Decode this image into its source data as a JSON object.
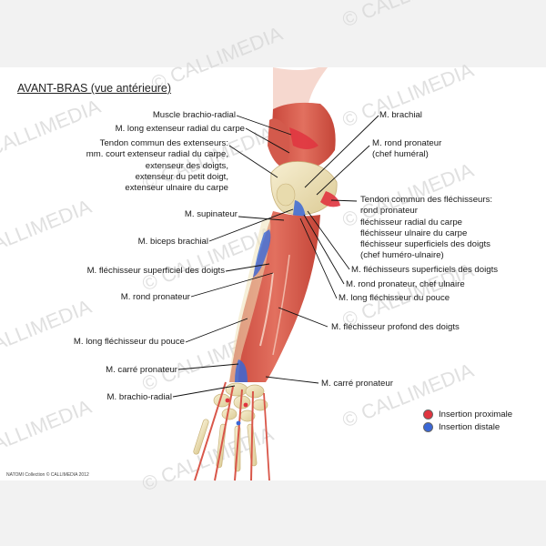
{
  "title": "AVANT-BRAS (vue antérieure)",
  "watermark": "© CALLIMEDIA",
  "credit": "NATOMI Collection © CALLIMEDIA 2012",
  "colors": {
    "proximal": "#e0343f",
    "distal": "#3a67d6",
    "muscle": "#d9574a",
    "bone": "#efe2b8"
  },
  "labels_left": [
    {
      "id": "brachioradial",
      "lines": [
        "Muscle brachio-radial"
      ]
    },
    {
      "id": "long-ext-radial",
      "lines": [
        "M. long extenseur radial du carpe"
      ]
    },
    {
      "id": "tendon-ext",
      "lines": [
        "Tendon commun des extenseurs:",
        "mm. court extenseur radial du carpe,",
        "extenseur des doigts,",
        "extenseur du petit doigt,",
        "extenseur ulnaire du carpe"
      ]
    },
    {
      "id": "supinateur",
      "lines": [
        "M. supinateur"
      ]
    },
    {
      "id": "biceps",
      "lines": [
        "M. biceps brachial"
      ]
    },
    {
      "id": "flech-superficiel",
      "lines": [
        "M. fléchisseur superficiel des doigts"
      ]
    },
    {
      "id": "rond-pronateur-l",
      "lines": [
        "M. rond pronateur"
      ]
    },
    {
      "id": "long-flech-pouce-l",
      "lines": [
        "M. long fléchisseur du pouce"
      ]
    },
    {
      "id": "carre-pronateur-l",
      "lines": [
        "M. carré pronateur"
      ]
    },
    {
      "id": "brachioradial-2",
      "lines": [
        "M. brachio-radial"
      ]
    }
  ],
  "labels_right": [
    {
      "id": "brachial",
      "lines": [
        "M. brachial"
      ]
    },
    {
      "id": "rond-pronateur-hum",
      "lines": [
        "M. rond pronateur",
        "(chef huméral)"
      ]
    },
    {
      "id": "tendon-flech",
      "lines": [
        "Tendon commun des fléchisseurs:",
        "rond pronateur",
        "fléchisseur radial du carpe",
        "fléchisseur ulnaire du carpe",
        "fléchisseur superficiels des doigts",
        "(chef huméro-ulnaire)"
      ]
    },
    {
      "id": "flech-superficiels",
      "lines": [
        "M. fléchisseurs superficiels des doigts"
      ]
    },
    {
      "id": "rond-pronateur-uln",
      "lines": [
        "M. rond pronateur, chef ulnaire"
      ]
    },
    {
      "id": "long-flech-pouce-r",
      "lines": [
        "M. long fléchisseur du pouce"
      ]
    },
    {
      "id": "flech-profond",
      "lines": [
        "M. fléchisseur profond des doigts"
      ]
    },
    {
      "id": "carre-pronateur-r",
      "lines": [
        "M. carré pronateur"
      ]
    }
  ],
  "legend": [
    {
      "label": "Insertion proximale",
      "color": "#e0343f"
    },
    {
      "label": "Insertion distale",
      "color": "#3a67d6"
    }
  ]
}
